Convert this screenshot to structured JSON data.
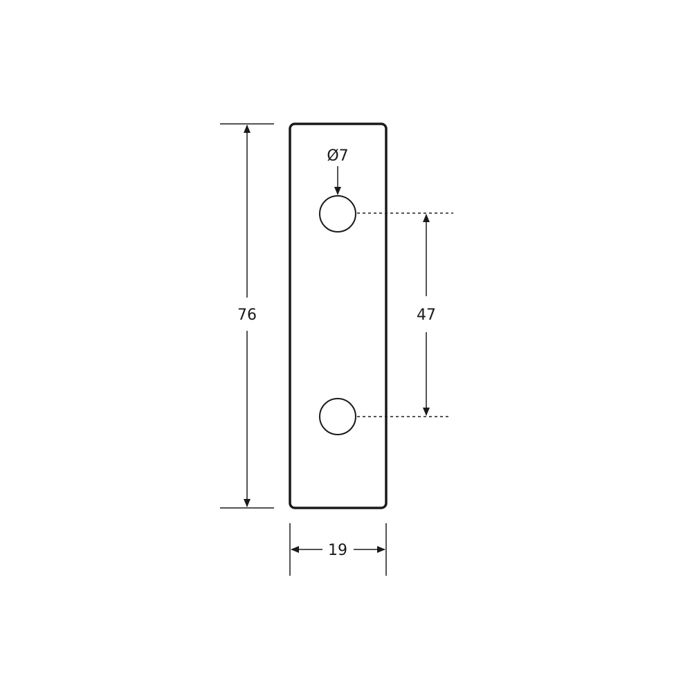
{
  "part": {
    "shape": "flat mending plate",
    "hole_count": 2
  },
  "dimensions": {
    "overall_length": "76",
    "overall_width": "19",
    "hole_spacing": "47",
    "hole_diameter": "Ø7"
  },
  "colors": {
    "line": "#1a1a1a",
    "background": "#ffffff"
  }
}
